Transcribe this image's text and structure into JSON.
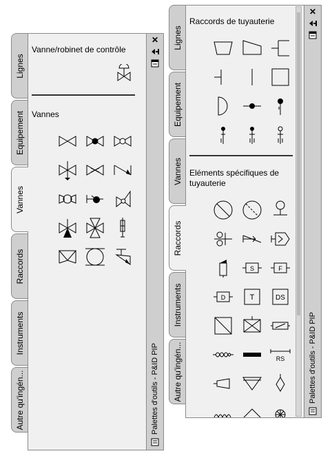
{
  "left": {
    "tabs": [
      {
        "label": "Lignes",
        "active": false
      },
      {
        "label": "Equipement",
        "active": false
      },
      {
        "label": "Vannes",
        "active": true
      },
      {
        "label": "Raccords",
        "active": false
      },
      {
        "label": "Instruments",
        "active": false
      },
      {
        "label": "Autre qu'ingén...",
        "active": false
      }
    ],
    "section1_title": "Vanne/robinet de contrôle",
    "section2_title": "Vannes",
    "window_title": "Palettes d'outils - P&ID PIP",
    "close_glyph": "✕"
  },
  "right": {
    "tabs": [
      {
        "label": "Lignes",
        "active": false
      },
      {
        "label": "Equipement",
        "active": false
      },
      {
        "label": "Vannes",
        "active": false
      },
      {
        "label": "Raccords",
        "active": true
      },
      {
        "label": "Instruments",
        "active": false
      },
      {
        "label": "Autre qu'ingén...",
        "active": false
      }
    ],
    "section1_title": "Raccords de tuyauterie",
    "section2_title": "Eléments spécifiques de tuyauterie",
    "window_title": "Palettes d'outils - P&ID PIP",
    "close_glyph": "✕",
    "symbol_labels": {
      "s": "S",
      "f": "F",
      "d": "D",
      "t": "T",
      "ds": "DS",
      "rs": "RS"
    }
  },
  "icons": [
    "close-icon",
    "autohide-icon",
    "properties-icon",
    "gate-valve-icon",
    "ball-valve-icon",
    "globe-valve-icon",
    "angle-valve-icon",
    "butterfly-valve-icon",
    "reducer-icon",
    "flange-icon",
    "cap-icon",
    "pump-icon",
    "filter-icon",
    "strainer-icon"
  ]
}
